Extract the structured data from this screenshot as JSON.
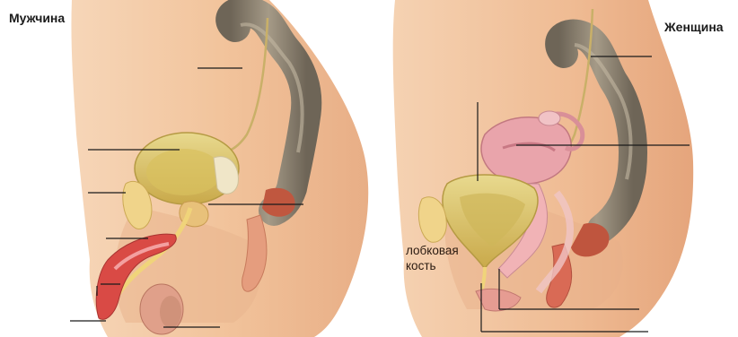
{
  "panels": {
    "male": {
      "title": "Мужчина"
    },
    "female": {
      "title": "Женщина"
    }
  },
  "labels": {
    "pubic_bone_line1": "лобковая",
    "pubic_bone_line2": "кость"
  },
  "colors": {
    "skin": "#f2c49c",
    "skin_dark": "#e3a57c",
    "bladder": "#d8c36a",
    "bone": "#efd27e",
    "intestine": "#8f8473",
    "uterus": "#e8a3a8",
    "urethra": "#f2d98a",
    "muscle": "#d9504a",
    "leader": "#1a1a1a"
  }
}
